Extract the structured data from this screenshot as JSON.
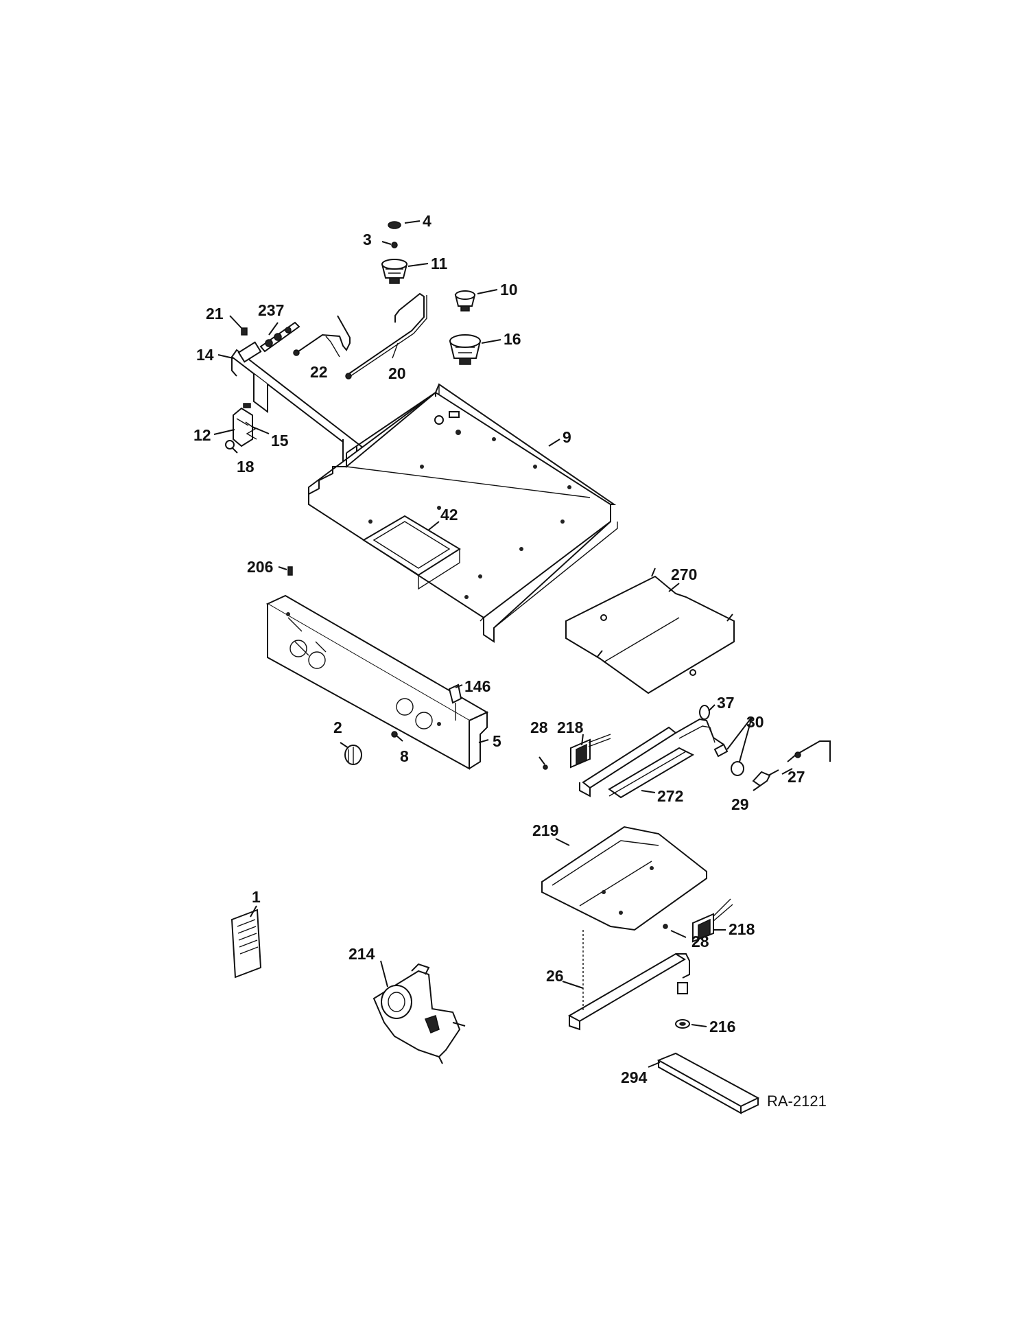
{
  "diagram_code": "RA-2121",
  "callouts": [
    {
      "id": "c1",
      "text": "1"
    },
    {
      "id": "c2",
      "text": "2"
    },
    {
      "id": "c3",
      "text": "3"
    },
    {
      "id": "c4",
      "text": "4"
    },
    {
      "id": "c5",
      "text": "5"
    },
    {
      "id": "c8",
      "text": "8"
    },
    {
      "id": "c9",
      "text": "9"
    },
    {
      "id": "c10",
      "text": "10"
    },
    {
      "id": "c11",
      "text": "11"
    },
    {
      "id": "c12",
      "text": "12"
    },
    {
      "id": "c14",
      "text": "14"
    },
    {
      "id": "c15",
      "text": "15"
    },
    {
      "id": "c16",
      "text": "16"
    },
    {
      "id": "c18",
      "text": "18"
    },
    {
      "id": "c20",
      "text": "20"
    },
    {
      "id": "c21",
      "text": "21"
    },
    {
      "id": "c22",
      "text": "22"
    },
    {
      "id": "c26",
      "text": "26"
    },
    {
      "id": "c27",
      "text": "27"
    },
    {
      "id": "c28a",
      "text": "28"
    },
    {
      "id": "c28b",
      "text": "28"
    },
    {
      "id": "c29",
      "text": "29"
    },
    {
      "id": "c30",
      "text": "30"
    },
    {
      "id": "c37",
      "text": "37"
    },
    {
      "id": "c42",
      "text": "42"
    },
    {
      "id": "c146",
      "text": "146"
    },
    {
      "id": "c206",
      "text": "206"
    },
    {
      "id": "c214",
      "text": "214"
    },
    {
      "id": "c216",
      "text": "216"
    },
    {
      "id": "c218a",
      "text": "218"
    },
    {
      "id": "c218b",
      "text": "218"
    },
    {
      "id": "c219",
      "text": "219"
    },
    {
      "id": "c237",
      "text": "237"
    },
    {
      "id": "c270",
      "text": "270"
    },
    {
      "id": "c272",
      "text": "272"
    },
    {
      "id": "c294",
      "text": "294"
    }
  ]
}
